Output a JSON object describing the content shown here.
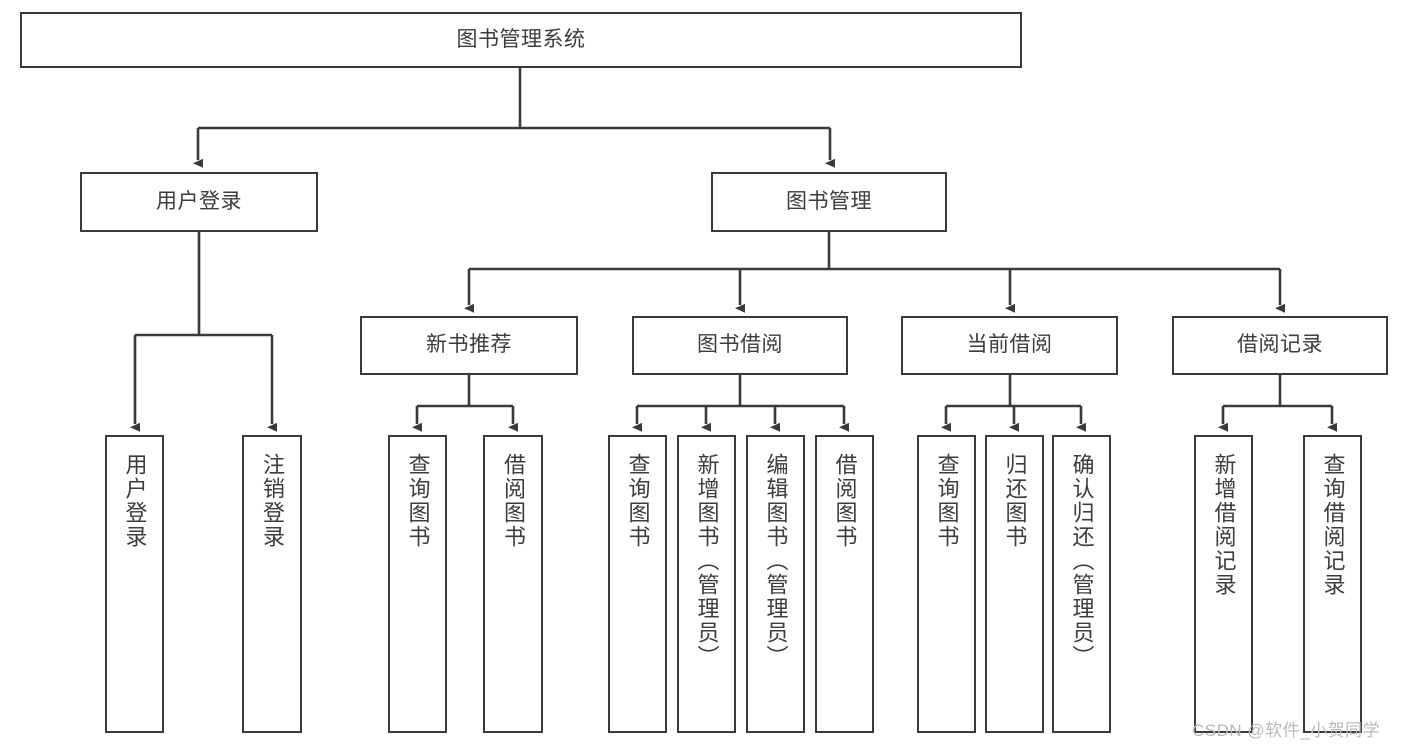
{
  "diagram": {
    "type": "tree-hierarchy-flowchart",
    "title_node": {
      "label": "图书管理系统"
    },
    "level2": [
      {
        "id": "user-login",
        "label": "用户登录"
      },
      {
        "id": "book-management",
        "label": "图书管理"
      }
    ],
    "level3": [
      {
        "id": "new-book-recommend",
        "label": "新书推荐"
      },
      {
        "id": "book-borrow",
        "label": "图书借阅"
      },
      {
        "id": "current-borrow",
        "label": "当前借阅"
      },
      {
        "id": "borrow-record",
        "label": "借阅记录"
      }
    ],
    "leaves": [
      {
        "id": "leaf-user-login",
        "label": "用户登录"
      },
      {
        "id": "leaf-logout-login",
        "label": "注销登录"
      },
      {
        "id": "leaf-query-book-1",
        "label": "查询图书"
      },
      {
        "id": "leaf-borrow-book-1",
        "label": "借阅图书"
      },
      {
        "id": "leaf-query-book-2",
        "label": "查询图书"
      },
      {
        "id": "leaf-add-book-admin",
        "label": "新增图书（管理员）"
      },
      {
        "id": "leaf-edit-book-admin",
        "label": "编辑图书（管理员）"
      },
      {
        "id": "leaf-borrow-book-2",
        "label": "借阅图书"
      },
      {
        "id": "leaf-query-book-3",
        "label": "查询图书"
      },
      {
        "id": "leaf-return-book",
        "label": "归还图书"
      },
      {
        "id": "leaf-confirm-return-admin",
        "label": "确认归还（管理员）"
      },
      {
        "id": "leaf-add-borrow-record",
        "label": "新增借阅记录"
      },
      {
        "id": "leaf-query-borrow-record",
        "label": "查询借阅记录"
      }
    ],
    "edges_description": "Root 图书管理系统 branches to 用户登录 and 图书管理; 用户登录 branches to 用户登录 and 注销登录; 图书管理 branches to 新书推荐, 图书借阅, 当前借阅, 借阅记录; each of those branches to its leaf actions.",
    "colors": {
      "box_border": "#3a3a3a",
      "box_fill": "#ffffff",
      "connector": "#3a3a3a",
      "text": "#3d3d3d",
      "background": "#ffffff",
      "watermark": "#b9b9b9"
    }
  },
  "watermark": {
    "text": "CSDN @软件_小贺同学"
  }
}
